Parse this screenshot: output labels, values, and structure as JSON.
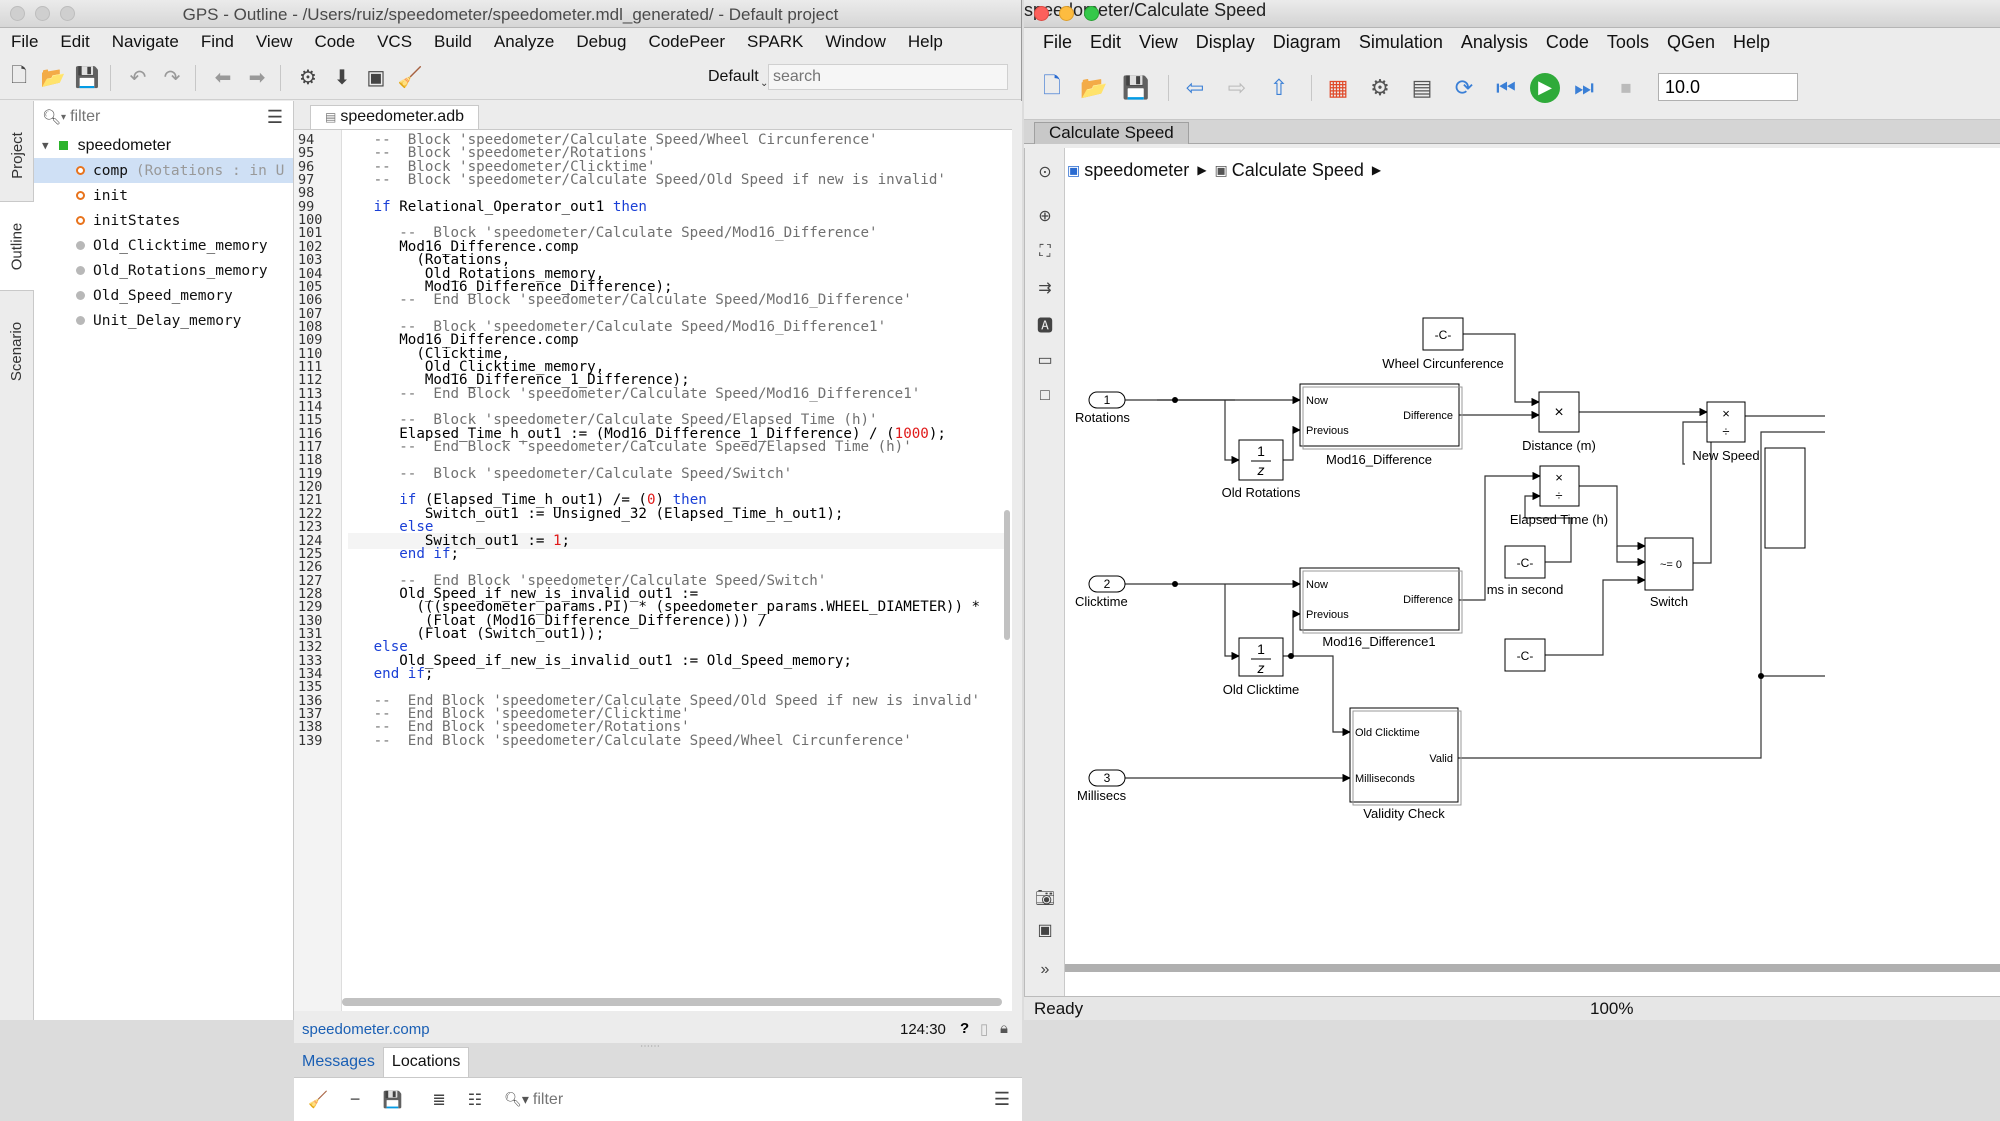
{
  "gps": {
    "title": "GPS - Outline - /Users/ruiz/speedometer/speedometer.mdl_generated/ - Default project",
    "menu": [
      "File",
      "Edit",
      "Navigate",
      "Find",
      "View",
      "Code",
      "VCS",
      "Build",
      "Analyze",
      "Debug",
      "CodePeer",
      "SPARK",
      "Window",
      "Help"
    ],
    "scenario_label": "Default",
    "search_placeholder": "search",
    "side_tabs": [
      "Project",
      "Outline",
      "Scenario"
    ],
    "outline_filter_placeholder": "filter",
    "outline_root": "speedometer",
    "outline_items": [
      {
        "label": "comp",
        "detail": "(Rotations : in U",
        "kind": "proc"
      },
      {
        "label": "init",
        "detail": "",
        "kind": "proc"
      },
      {
        "label": "initStates",
        "detail": "",
        "kind": "proc"
      },
      {
        "label": "Old_Clicktime_memory",
        "detail": "",
        "kind": "var"
      },
      {
        "label": "Old_Rotations_memory",
        "detail": "",
        "kind": "var"
      },
      {
        "label": "Old_Speed_memory",
        "detail": "",
        "kind": "var"
      },
      {
        "label": "Unit_Delay_memory",
        "detail": "",
        "kind": "var"
      }
    ],
    "editor_tab": "speedometer.adb",
    "code_lines": [
      {
        "n": "94",
        "t": "   --  Block 'speedometer/Calculate Speed/Wheel Circunference'"
      },
      {
        "n": "95",
        "t": "   --  Block 'speedometer/Rotations'"
      },
      {
        "n": "96",
        "t": "   --  Block 'speedometer/Clicktime'"
      },
      {
        "n": "97",
        "t": "   --  Block 'speedometer/Calculate Speed/Old Speed if new is invalid'"
      },
      {
        "n": "98",
        "t": ""
      },
      {
        "n": "99",
        "t": "   if Relational_Operator_out1 then"
      },
      {
        "n": "100",
        "t": ""
      },
      {
        "n": "101",
        "t": "      --  Block 'speedometer/Calculate Speed/Mod16_Difference'"
      },
      {
        "n": "102",
        "t": "      Mod16_Difference.comp"
      },
      {
        "n": "103",
        "t": "        (Rotations,"
      },
      {
        "n": "104",
        "t": "         Old_Rotations_memory,"
      },
      {
        "n": "105",
        "t": "         Mod16_Difference_Difference);"
      },
      {
        "n": "106",
        "t": "      --  End Block 'speedometer/Calculate Speed/Mod16_Difference'"
      },
      {
        "n": "107",
        "t": ""
      },
      {
        "n": "108",
        "t": "      --  Block 'speedometer/Calculate Speed/Mod16_Difference1'"
      },
      {
        "n": "109",
        "t": "      Mod16_Difference.comp"
      },
      {
        "n": "110",
        "t": "        (Clicktime,"
      },
      {
        "n": "111",
        "t": "         Old_Clicktime_memory,"
      },
      {
        "n": "112",
        "t": "         Mod16_Difference_1_Difference);"
      },
      {
        "n": "113",
        "t": "      --  End Block 'speedometer/Calculate Speed/Mod16_Difference1'"
      },
      {
        "n": "114",
        "t": ""
      },
      {
        "n": "115",
        "t": "      --  Block 'speedometer/Calculate Speed/Elapsed Time (h)'"
      },
      {
        "n": "116",
        "t": "      Elapsed_Time_h_out1 := (Mod16_Difference_1_Difference) / (1000);"
      },
      {
        "n": "117",
        "t": "      --  End Block 'speedometer/Calculate Speed/Elapsed Time (h)'"
      },
      {
        "n": "118",
        "t": ""
      },
      {
        "n": "119",
        "t": "      --  Block 'speedometer/Calculate Speed/Switch'"
      },
      {
        "n": "120",
        "t": ""
      },
      {
        "n": "121",
        "t": "      if (Elapsed_Time_h_out1) /= (0) then"
      },
      {
        "n": "122",
        "t": "         Switch_out1 := Unsigned_32 (Elapsed_Time_h_out1);"
      },
      {
        "n": "123",
        "t": "      else"
      },
      {
        "n": "124",
        "t": "         Switch_out1 := 1;"
      },
      {
        "n": "125",
        "t": "      end if;"
      },
      {
        "n": "126",
        "t": ""
      },
      {
        "n": "127",
        "t": "      --  End Block 'speedometer/Calculate Speed/Switch'"
      },
      {
        "n": "128",
        "t": "      Old_Speed_if_new_is_invalid_out1 :="
      },
      {
        "n": "129",
        "t": "        (((speedometer_params.PI) * (speedometer_params.WHEEL_DIAMETER)) *"
      },
      {
        "n": "130",
        "t": "         (Float (Mod16_Difference_Difference))) /"
      },
      {
        "n": "131",
        "t": "        (Float (Switch_out1));"
      },
      {
        "n": "132",
        "t": "   else"
      },
      {
        "n": "133",
        "t": "      Old_Speed_if_new_is_invalid_out1 := Old_Speed_memory;"
      },
      {
        "n": "134",
        "t": "   end if;"
      },
      {
        "n": "135",
        "t": ""
      },
      {
        "n": "136",
        "t": "   --  End Block 'speedometer/Calculate Speed/Old Speed if new is invalid'"
      },
      {
        "n": "137",
        "t": "   --  End Block 'speedometer/Clicktime'"
      },
      {
        "n": "138",
        "t": "   --  End Block 'speedometer/Rotations'"
      },
      {
        "n": "139",
        "t": "   --  End Block 'speedometer/Calculate Speed/Wheel Circunference'"
      }
    ],
    "location_link": "speedometer.comp",
    "cursor_position": "124:30",
    "bottom_tabs": [
      "Messages",
      "Locations"
    ],
    "bottom_filter_placeholder": "filter"
  },
  "simulink": {
    "title": "speedometer/Calculate Speed",
    "menu": [
      "File",
      "Edit",
      "View",
      "Display",
      "Diagram",
      "Simulation",
      "Analysis",
      "Code",
      "Tools",
      "QGen",
      "Help"
    ],
    "stop_time": "10.0",
    "model_tab": "Calculate Speed",
    "breadcrumb": [
      "speedometer",
      "Calculate Speed"
    ],
    "status_left": "Ready",
    "zoom": "100%",
    "blocks": {
      "wheel_circ": {
        "label": "Wheel Circunference",
        "glyph": "-C-"
      },
      "rotations": {
        "label": "Rotations",
        "num": "1"
      },
      "clicktime": {
        "label": "Clicktime",
        "num": "2"
      },
      "millisecs": {
        "label": "Millisecs",
        "num": "3"
      },
      "mod16": {
        "label": "Mod16_Difference",
        "in1": "Now",
        "in2": "Previous",
        "out": "Difference"
      },
      "mod16_1": {
        "label": "Mod16_Difference1",
        "in1": "Now",
        "in2": "Previous",
        "out": "Difference"
      },
      "old_rot": {
        "label": "Old Rotations",
        "num": "1",
        "den": "z"
      },
      "old_click": {
        "label": "Old Clicktime",
        "num": "1",
        "den": "z"
      },
      "distance": {
        "label": "Distance (m)",
        "glyph": "×"
      },
      "new_speed": {
        "label": "New Speed",
        "glyph1": "×",
        "glyph2": "÷"
      },
      "elapsed": {
        "label": "Elapsed Time (h)",
        "glyph1": "×",
        "glyph2": "÷"
      },
      "ms_in_second": {
        "label": "ms in second",
        "glyph": "-C-"
      },
      "const3": {
        "glyph": "-C-"
      },
      "switch": {
        "label": "Switch",
        "glyph": "~= 0"
      },
      "validity": {
        "label": "Validity Check",
        "in1": "Old Clicktime",
        "in2": "Milliseconds",
        "out": "Valid"
      }
    }
  }
}
